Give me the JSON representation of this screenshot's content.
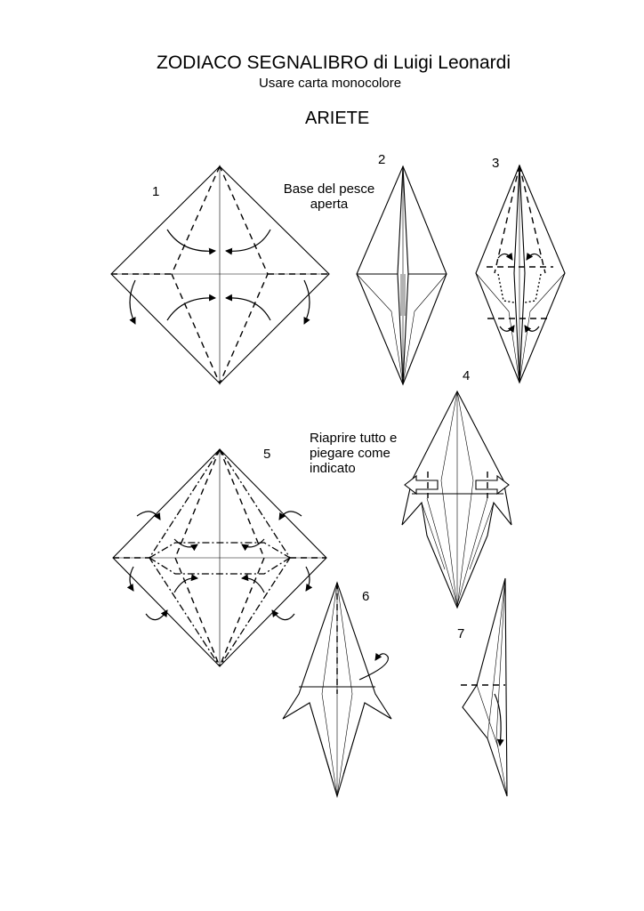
{
  "header": {
    "title": "ZODIACO SEGNALIBRO di Luigi Leonardi",
    "subtitle": "Usare carta monocolore",
    "model_name": "ARIETE"
  },
  "steps": [
    {
      "number": "1"
    },
    {
      "number": "2",
      "caption": "Base del pesce aperta"
    },
    {
      "number": "3"
    },
    {
      "number": "4",
      "caption": "Riaprire tutto e piegare come indicato"
    },
    {
      "number": "5"
    },
    {
      "number": "6"
    },
    {
      "number": "7"
    }
  ]
}
